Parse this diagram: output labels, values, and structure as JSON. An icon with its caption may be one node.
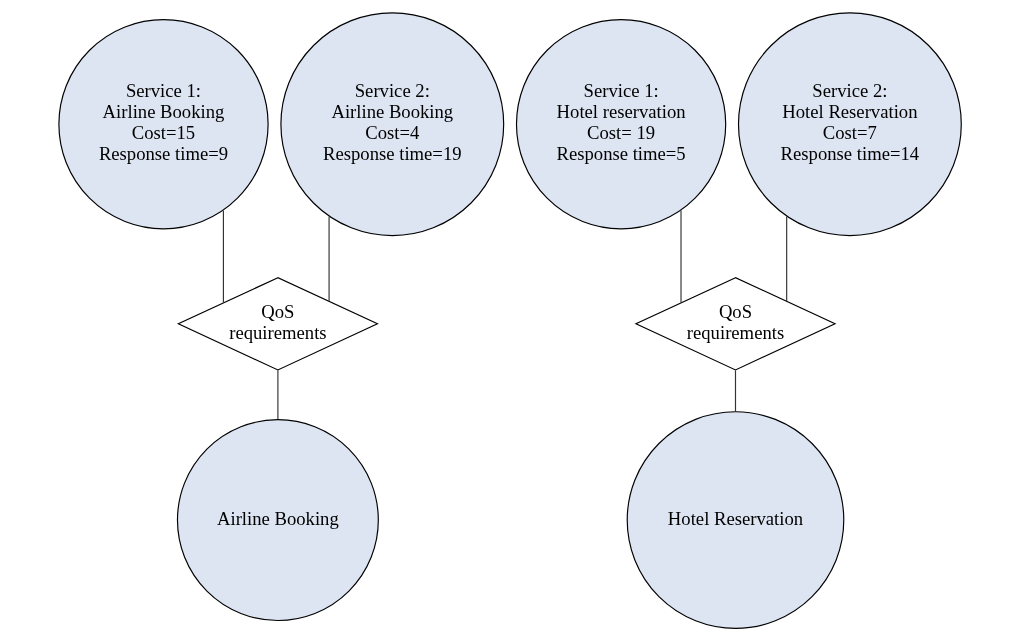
{
  "diagram": {
    "nodes": [
      {
        "text": [
          "Service 1:",
          "Airline Booking",
          "Cost=15",
          "Response time=9"
        ]
      },
      {
        "text": [
          "Service 2:",
          "Airline Booking",
          "Cost=4",
          "Response time=19"
        ]
      },
      {
        "text": [
          "QoS requirements"
        ]
      },
      {
        "text": [
          "Airline Booking"
        ]
      },
      {
        "text": [
          "Service 1:",
          "Hotel reservation",
          "Cost= 19",
          "Response time=5"
        ]
      },
      {
        "text": [
          "Service 2:",
          "Hotel Reservation",
          "Cost=7",
          "Response time=14"
        ]
      },
      {
        "text": [
          "QoS requirements"
        ]
      },
      {
        "text": [
          "Hotel Reservation"
        ]
      }
    ],
    "edges": [
      {
        "from": 0,
        "to": 2,
        "arrow": "none"
      },
      {
        "from": 1,
        "to": 2,
        "arrow": "none"
      },
      {
        "from": 2,
        "to": 3,
        "arrow": "none"
      },
      {
        "from": 4,
        "to": 6,
        "arrow": "none"
      },
      {
        "from": 5,
        "to": 6,
        "arrow": "none"
      },
      {
        "from": 6,
        "to": 7,
        "arrow": "none"
      }
    ]
  }
}
